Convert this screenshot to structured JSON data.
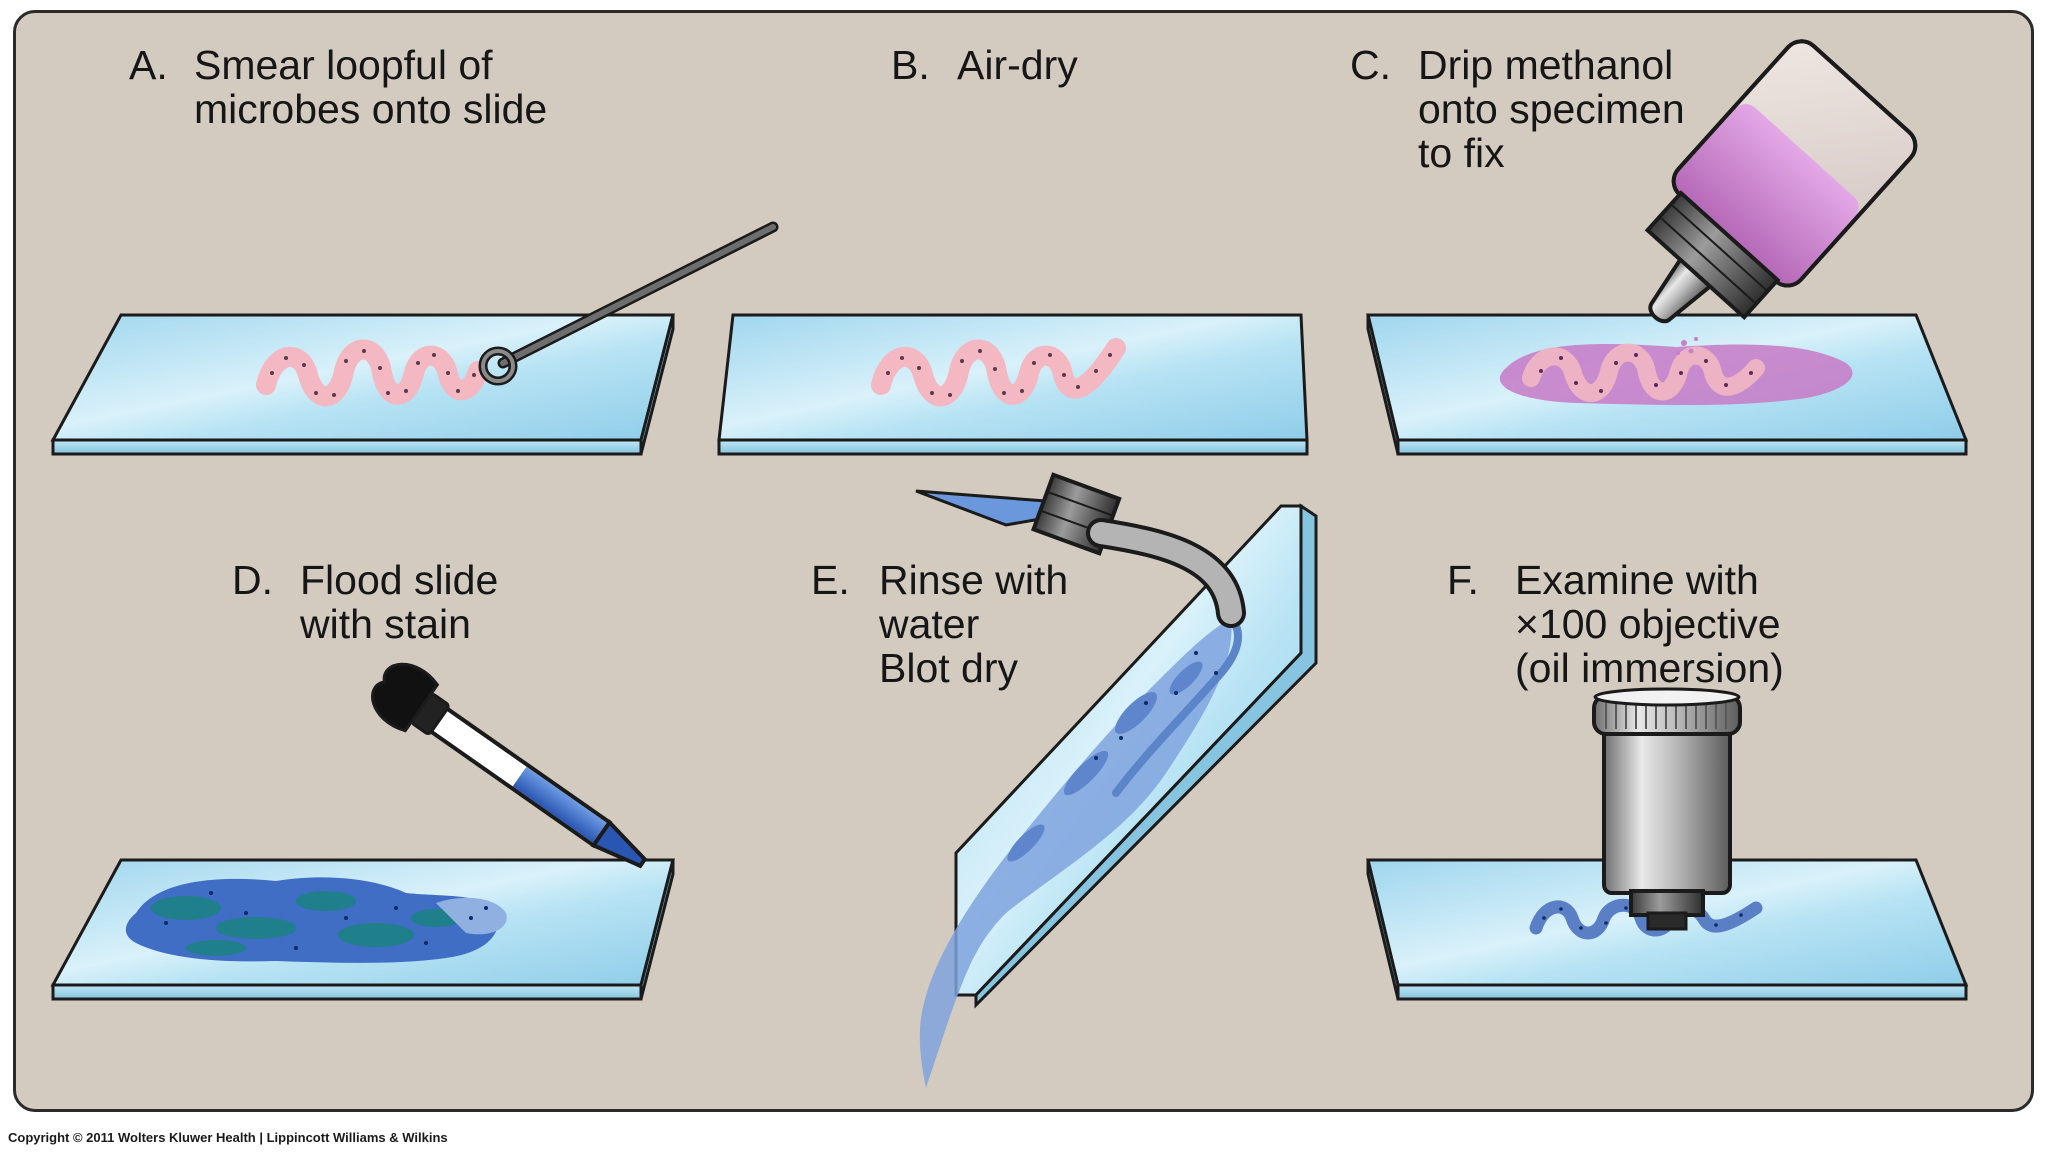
{
  "steps": [
    {
      "id": "A",
      "letter": "A.",
      "lines": [
        "Smear loopful of",
        "microbes onto slide"
      ]
    },
    {
      "id": "B",
      "letter": "B.",
      "lines": [
        "Air-dry"
      ]
    },
    {
      "id": "C",
      "letter": "C.",
      "lines": [
        "Drip methanol",
        "onto specimen",
        "to fix"
      ]
    },
    {
      "id": "D",
      "letter": "D.",
      "lines": [
        "Flood slide",
        "with stain"
      ]
    },
    {
      "id": "E",
      "letter": "E.",
      "lines": [
        "Rinse with",
        "water",
        "Blot dry"
      ]
    },
    {
      "id": "F",
      "letter": "F.",
      "lines": [
        "Examine with",
        "×100 objective",
        "(oil immersion)"
      ]
    }
  ],
  "copyright": "Copyright © 2011 Wolters Kluwer Health | Lippincott Williams & Wilkins",
  "colors": {
    "background": "#d4cbc0",
    "slide": "#a9dcef",
    "smear": "#f3b8c2",
    "methanol": "#c77fc9",
    "stain": "#2f5db8",
    "water": "#7fa3de"
  },
  "icons": [
    "inoculating-loop-icon",
    "dropper-bottle-icon",
    "pipette-icon",
    "water-faucet-icon",
    "objective-lens-icon"
  ]
}
